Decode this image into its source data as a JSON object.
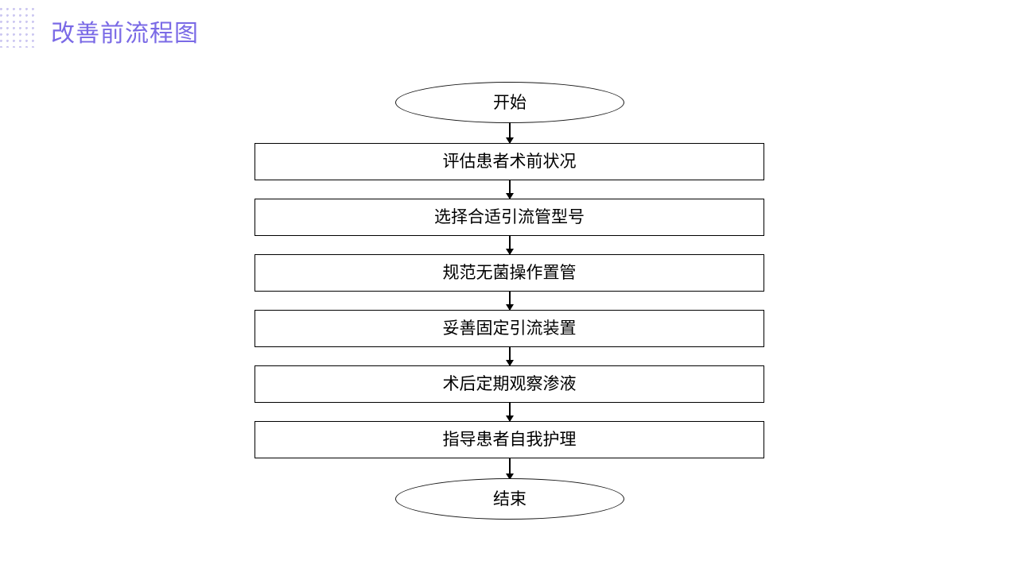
{
  "page": {
    "title": "改善前流程图",
    "title_color": "#7a6ae6",
    "background_color": "#ffffff",
    "decoration": {
      "name": "dot-grid",
      "color": "#c9c4f0"
    }
  },
  "chart_data": {
    "type": "flowchart",
    "title": "改善前流程图",
    "orientation": "vertical",
    "node_outline_color": "#000000",
    "node_fill_color": "#ffffff",
    "text_color": "#000000",
    "nodes": [
      {
        "id": "start",
        "shape": "ellipse",
        "label": "开始"
      },
      {
        "id": "step1",
        "shape": "rectangle",
        "label": "评估患者术前状况"
      },
      {
        "id": "step2",
        "shape": "rectangle",
        "label": "选择合适引流管型号"
      },
      {
        "id": "step3",
        "shape": "rectangle",
        "label": "规范无菌操作置管"
      },
      {
        "id": "step4",
        "shape": "rectangle",
        "label": "妥善固定引流装置"
      },
      {
        "id": "step5",
        "shape": "rectangle",
        "label": "术后定期观察渗液"
      },
      {
        "id": "step6",
        "shape": "rectangle",
        "label": "指导患者自我护理"
      },
      {
        "id": "end",
        "shape": "ellipse",
        "label": "结束"
      }
    ],
    "edges": [
      {
        "from": "start",
        "to": "step1",
        "arrow": "down"
      },
      {
        "from": "step1",
        "to": "step2",
        "arrow": "down"
      },
      {
        "from": "step2",
        "to": "step3",
        "arrow": "down"
      },
      {
        "from": "step3",
        "to": "step4",
        "arrow": "down"
      },
      {
        "from": "step4",
        "to": "step5",
        "arrow": "down"
      },
      {
        "from": "step5",
        "to": "step6",
        "arrow": "down"
      },
      {
        "from": "step6",
        "to": "end",
        "arrow": "down"
      }
    ]
  }
}
